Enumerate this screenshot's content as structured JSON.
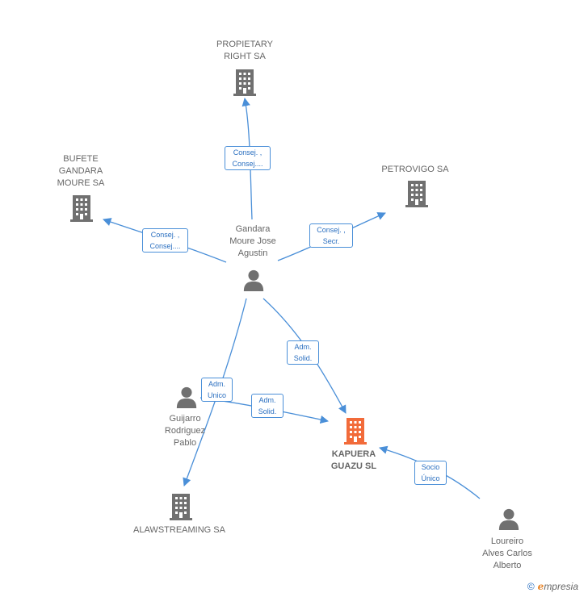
{
  "colors": {
    "edge": "#4a8fd8",
    "node_grey": "#707070",
    "node_focus": "#f26b3a"
  },
  "nodes": {
    "propietary": {
      "label": "PROPIETARY\nRIGHT SA",
      "icon": "building-icon"
    },
    "bufete": {
      "label": "BUFETE\nGANDARA\nMOURE SA",
      "icon": "building-icon"
    },
    "petrovigo": {
      "label": "PETROVIGO SA",
      "icon": "building-icon"
    },
    "gandara": {
      "label": "Gandara\nMoure Jose\nAgustin",
      "icon": "person-icon"
    },
    "guijarro": {
      "label": "Guijarro\nRodriguez\nPablo",
      "icon": "person-icon"
    },
    "kapuera": {
      "label": "KAPUERA\nGUAZU  SL",
      "icon": "building-icon"
    },
    "alawstreaming": {
      "label": "ALAWSTREAMING SA",
      "icon": "building-icon"
    },
    "loureiro": {
      "label": "Loureiro\nAlves Carlos\nAlberto",
      "icon": "person-icon"
    }
  },
  "edges": {
    "gandara_propietary": "Consej. ,\nConsej....",
    "gandara_bufete": "Consej. ,\nConsej....",
    "gandara_petrovigo": "Consej. ,\nSecr.",
    "gandara_kapuera": "Adm.\nSolid.",
    "gandara_alawstreaming": "Adm.\nUnico",
    "guijarro_kapuera": "Adm.\nSolid.",
    "loureiro_kapuera": "Socio\nÚnico"
  },
  "footer": {
    "copyright": "©",
    "brand_e": "e",
    "brand_rest": "mpresia"
  }
}
